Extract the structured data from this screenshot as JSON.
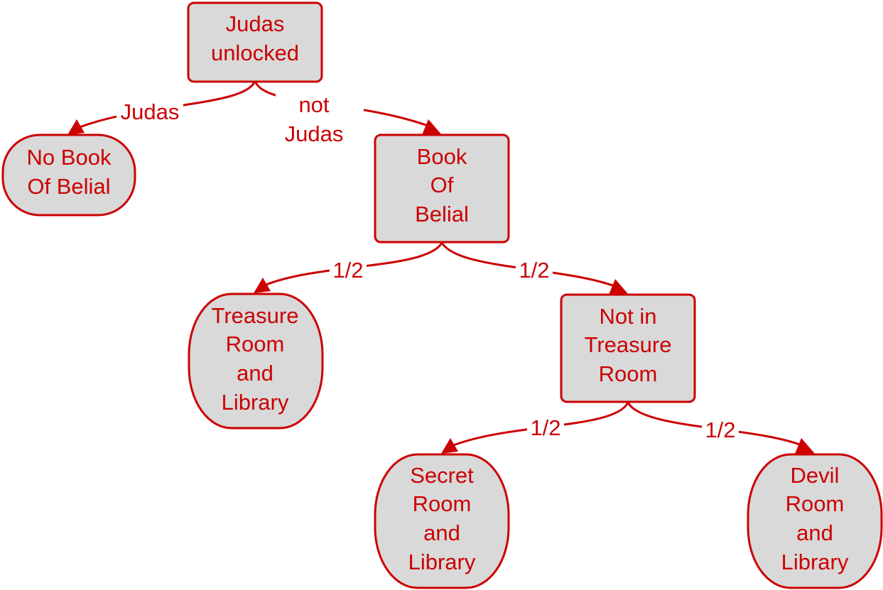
{
  "colors": {
    "accent": "#cc0000",
    "node_fill": "#d9d9d9",
    "background": "#ffffff"
  },
  "nodes": {
    "judas_unlocked": {
      "lines": [
        "Judas",
        "unlocked"
      ]
    },
    "no_book_of_belial": {
      "lines": [
        "No Book",
        "Of Belial"
      ]
    },
    "book_of_belial": {
      "lines": [
        "Book",
        "Of",
        "Belial"
      ]
    },
    "treasure_room_and_library": {
      "lines": [
        "Treasure",
        "Room",
        "and",
        "Library"
      ]
    },
    "not_in_treasure_room": {
      "lines": [
        "Not in",
        "Treasure",
        "Room"
      ]
    },
    "secret_room_and_library": {
      "lines": [
        "Secret",
        "Room",
        "and",
        "Library"
      ]
    },
    "devil_room_and_library": {
      "lines": [
        "Devil",
        "Room",
        "and",
        "Library"
      ]
    }
  },
  "edges": {
    "judas": {
      "from": "judas_unlocked",
      "to": "no_book_of_belial",
      "lines": [
        "Judas"
      ]
    },
    "not_judas": {
      "from": "judas_unlocked",
      "to": "book_of_belial",
      "lines": [
        "not",
        "Judas"
      ]
    },
    "book_to_treasure": {
      "from": "book_of_belial",
      "to": "treasure_room_and_library",
      "lines": [
        "1/2"
      ]
    },
    "book_to_not_treasure": {
      "from": "book_of_belial",
      "to": "not_in_treasure_room",
      "lines": [
        "1/2"
      ]
    },
    "not_treasure_to_secret": {
      "from": "not_in_treasure_room",
      "to": "secret_room_and_library",
      "lines": [
        "1/2"
      ]
    },
    "not_treasure_to_devil": {
      "from": "not_in_treasure_room",
      "to": "devil_room_and_library",
      "lines": [
        "1/2"
      ]
    }
  }
}
